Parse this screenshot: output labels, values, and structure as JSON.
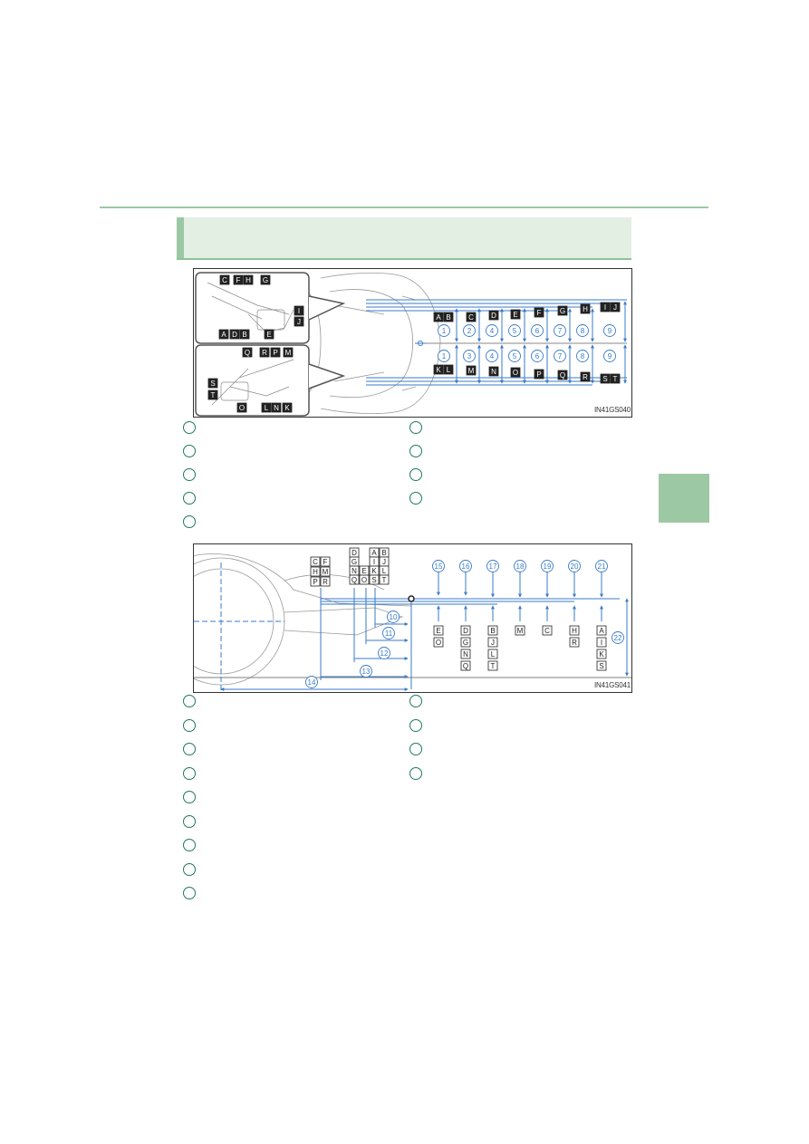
{
  "page": {
    "rule_color": "#9cc8a4",
    "header_color": "#e3efe3",
    "tab_color": "#9cc8a4"
  },
  "figure1": {
    "id": "IN41GS040",
    "boxes": [
      "A",
      "B",
      "C",
      "D",
      "E",
      "F",
      "G",
      "H",
      "I",
      "J",
      "K",
      "L",
      "M",
      "N",
      "O",
      "P",
      "Q",
      "R",
      "S",
      "T"
    ],
    "nums": [
      "1",
      "2",
      "3",
      "4",
      "5",
      "6",
      "7",
      "8",
      "9"
    ]
  },
  "figure2": {
    "id": "IN41GS041",
    "nums": [
      "10",
      "11",
      "12",
      "13",
      "14",
      "15",
      "16",
      "17",
      "18",
      "19",
      "20",
      "21",
      "22"
    ]
  },
  "legend1_count": 9,
  "legend2_count": 13,
  "colors": {
    "blue": "#3a7bc8",
    "ink": "#222222",
    "gray": "#888888",
    "green": "#1f7a5a"
  }
}
